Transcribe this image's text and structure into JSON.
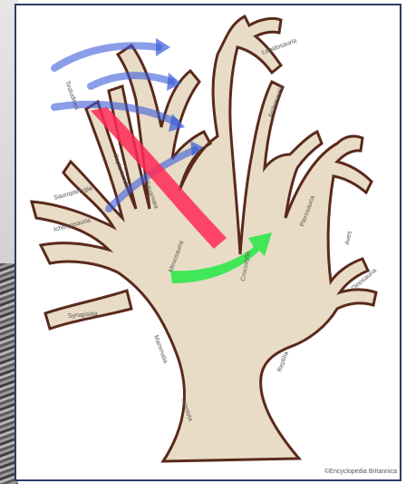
{
  "diagram": {
    "branch_labels": [
      "Lepidosauria",
      "Archosauria",
      "Testudines",
      "Sauropterygia",
      "Ichthyosauria",
      "Synapsida",
      "Mammalia",
      "Crocodylia",
      "Pterosauria",
      "Aves",
      "Dinosauria",
      "Mesosauria",
      "Squamata",
      "Captorhinida",
      "Reptilia",
      "Amniota"
    ],
    "credit": "©Encyclopedia Britannica",
    "colors": {
      "trunk_fill": "#e8dcc6",
      "trunk_stroke": "#5a2a1c",
      "red_arrow": "#ff2a55",
      "green_arrow": "#2ee84a",
      "blue_arrows": "#3a5bd8"
    }
  }
}
